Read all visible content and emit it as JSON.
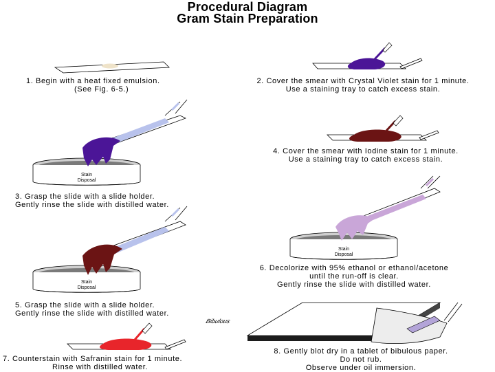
{
  "title": {
    "line1": "Procedural Diagram",
    "line2": "Gram Stain Preparation"
  },
  "steps": [
    {
      "lines": [
        "1.  Begin with a heat fixed emulsion.",
        "(See Fig. 6-5.)"
      ]
    },
    {
      "lines": [
        "2. Cover the smear with Crystal Violet stain for 1 minute.",
        "Use a staining tray to catch excess stain."
      ]
    },
    {
      "lines": [
        "3. Grasp the slide with a slide holder.",
        "Gently rinse the slide with distilled water."
      ]
    },
    {
      "lines": [
        "4. Cover the smear with Iodine stain for 1 minute.",
        "Use a staining tray to catch excess stain."
      ]
    },
    {
      "lines": [
        "5. Grasp the slide with a slide holder.",
        "Gently rinse the slide with distilled water."
      ]
    },
    {
      "lines": [
        "6. Decolorize with 95% ethanol or ethanol/acetone",
        "until the run-off is clear.",
        "Gently rinse the slide with distilled water."
      ]
    },
    {
      "lines": [
        "7. Counterstain with Safranin stain for 1 minute.",
        "Rinse with distilled water."
      ]
    },
    {
      "lines": [
        "8. Gently blot dry in a tablet of bibulous paper.",
        "Do not rub.",
        "Observe under oil immersion."
      ]
    }
  ],
  "disposal_label": {
    "line1": "Stain",
    "line2": "Disposal"
  },
  "tablet_label": "Bibulous",
  "colors": {
    "crystal_violet": "#4b1597",
    "iodine": "#6b1414",
    "ethanol_runoff": "#c9a6d8",
    "safranin": "#e8252b",
    "rinse_water": "#b8c2ec",
    "emulsion": "#efe3c9",
    "tray_liquid": "#7a7a7a"
  }
}
